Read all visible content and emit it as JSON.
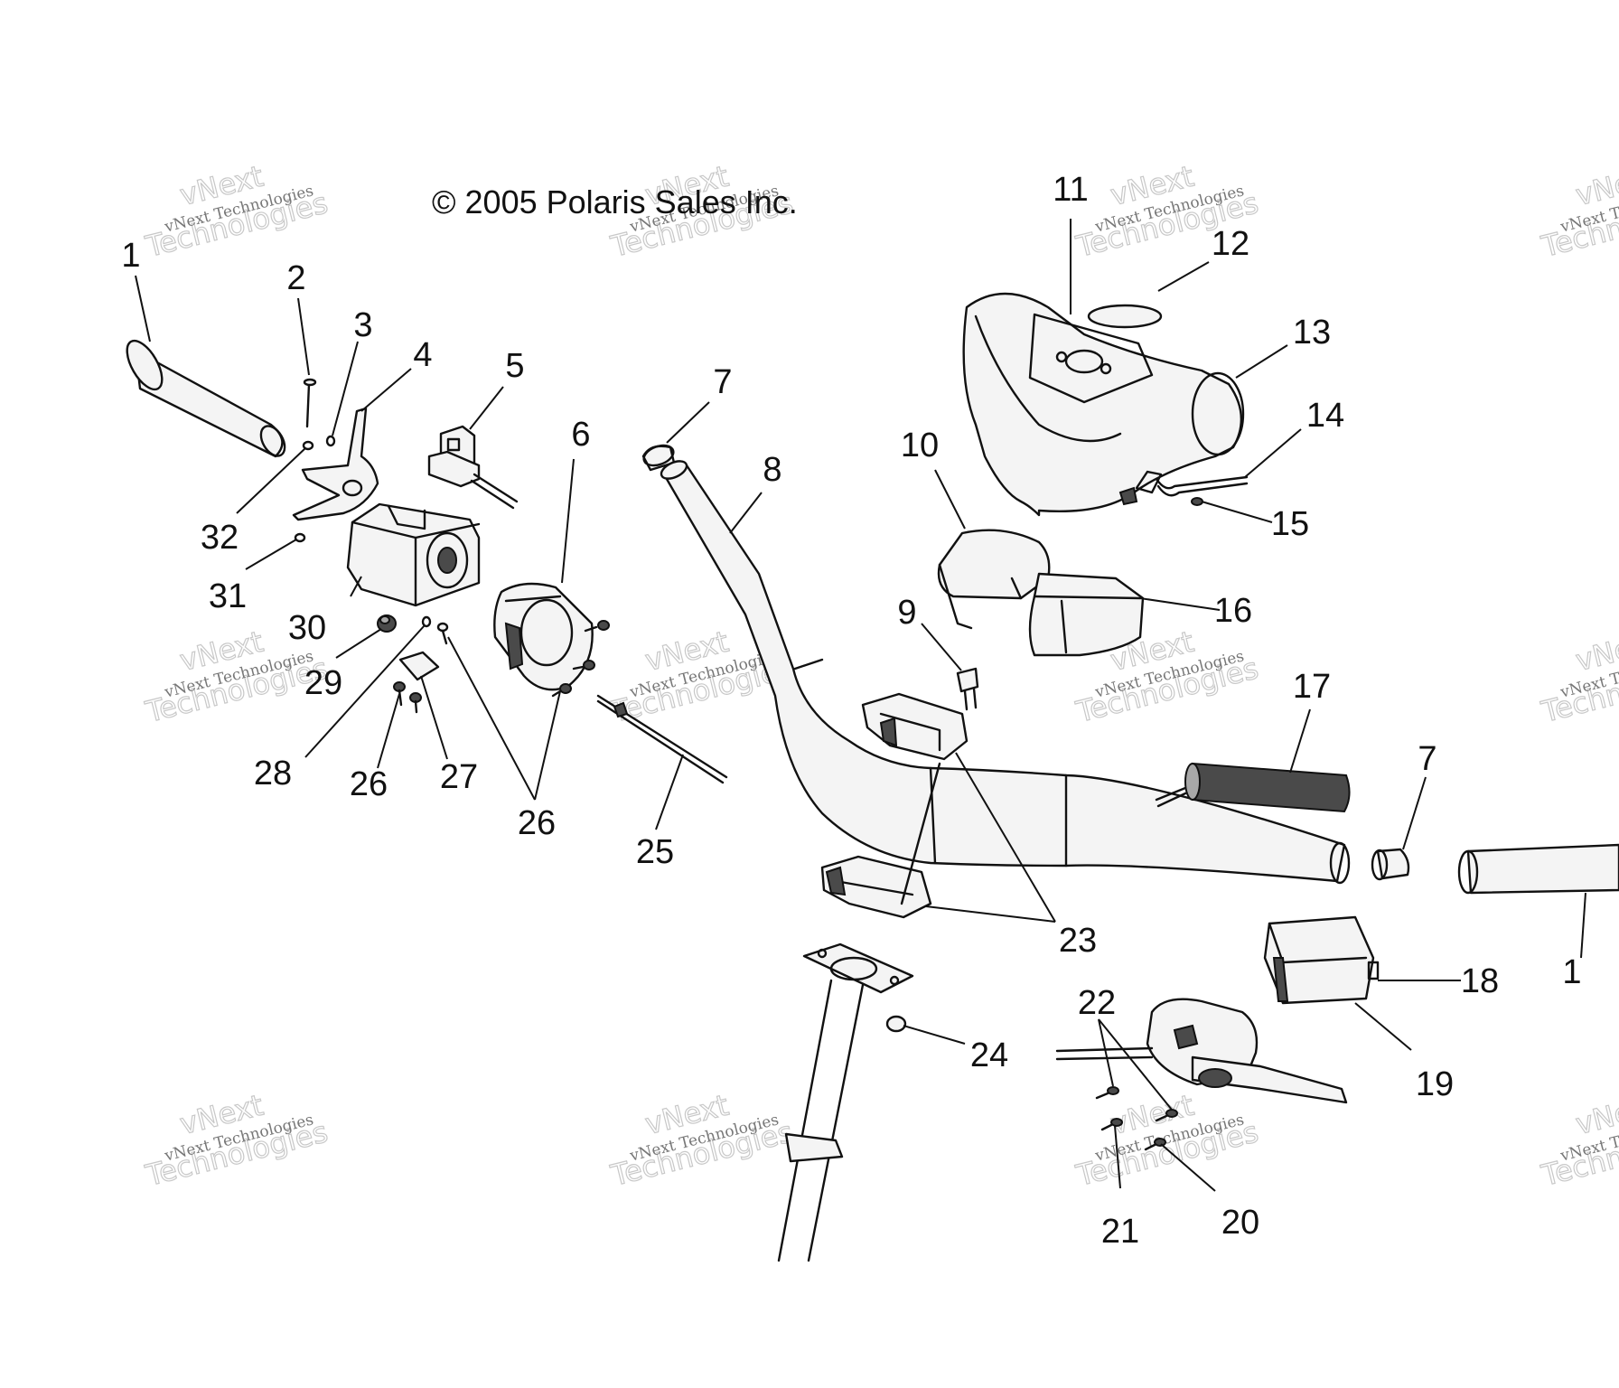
{
  "copyright": "© 2005 Polaris Sales Inc.",
  "watermark": {
    "line_small": "vNext Technologies",
    "outline_a": "vNext",
    "outline_b": "Technologies"
  },
  "callouts": [
    "1",
    "2",
    "3",
    "4",
    "5",
    "6",
    "7",
    "8",
    "9",
    "10",
    "11",
    "12",
    "13",
    "14",
    "15",
    "16",
    "17",
    "7",
    "1",
    "18",
    "19",
    "22",
    "20",
    "21",
    "23",
    "24",
    "25",
    "26",
    "26",
    "27",
    "28",
    "29",
    "30",
    "31",
    "32"
  ]
}
